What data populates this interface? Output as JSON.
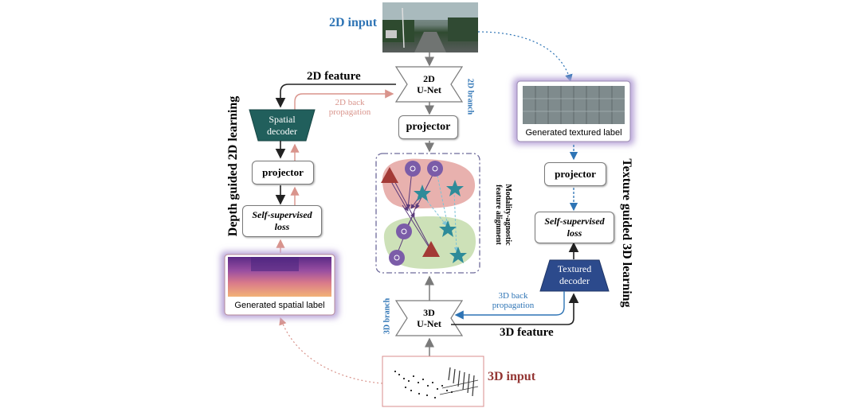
{
  "inputs": {
    "input_2d": "2D input",
    "input_3d": "3D input"
  },
  "unet_2d": {
    "line1": "2D",
    "line2": "U-Net"
  },
  "unet_3d": {
    "line1": "3D",
    "line2": "U-Net"
  },
  "branches": {
    "branch_2d": "2D branch",
    "branch_3d": "3D branch"
  },
  "projector": "projector",
  "features": {
    "feature_2d": "2D feature",
    "feature_3d": "3D feature"
  },
  "back_propagation": {
    "bp_2d_line1": "2D back",
    "bp_2d_line2": "propagation",
    "bp_3d_line1": "3D back",
    "bp_3d_line2": "propagation"
  },
  "decoders": {
    "spatial_line1": "Spatial",
    "spatial_line2": "decoder",
    "textured_line1": "Textured",
    "textured_line2": "decoder"
  },
  "loss": {
    "line1": "Self-supervised",
    "line2": "loss"
  },
  "labels": {
    "spatial_label": "Generated spatial  label",
    "textured_label": "Generated textured label"
  },
  "side_titles": {
    "left": "Depth  guided 2D learning",
    "right": "Texture guided 3D learning"
  },
  "alignment": {
    "line1": "Modality-agnostic",
    "line2": "feature alignment"
  },
  "colors": {
    "blue_accent": "#2e74b5",
    "red_accent": "#943634",
    "pink_arrow": "#d9948c",
    "spatial_decoder": "#215f5c",
    "textured_decoder": "#2c4a8c",
    "purple_glow": "#b9a6d9",
    "red_region": "#e6a9a5",
    "green_region": "#c8deb0",
    "node_purple": "#7b5ca8",
    "star_teal": "#2e8b99",
    "triangle_red": "#a33a36"
  }
}
